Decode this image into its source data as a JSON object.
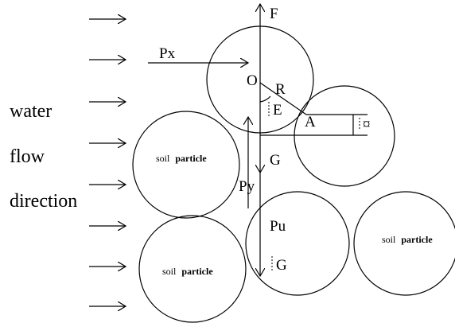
{
  "flow_label": {
    "line1": "water",
    "line2": "flow",
    "line3": "direction"
  },
  "forces": {
    "F": "F",
    "Px": "Px",
    "Py": "Py",
    "G": "G",
    "Pu": "Pu"
  },
  "points": {
    "O": "O",
    "R": "R",
    "A": "A"
  },
  "angle_labels": {
    "E": "E",
    "alpha": "¤",
    "G2": "G"
  },
  "particles": {
    "left_mid_word": "soil",
    "left_mid_bold": "particle",
    "bottom_left_word": "soil",
    "bottom_left_bold": "particle",
    "right_word": "soil",
    "right_bold": "particle"
  },
  "colors": {
    "stroke": "#000000",
    "background": "#ffffff"
  }
}
